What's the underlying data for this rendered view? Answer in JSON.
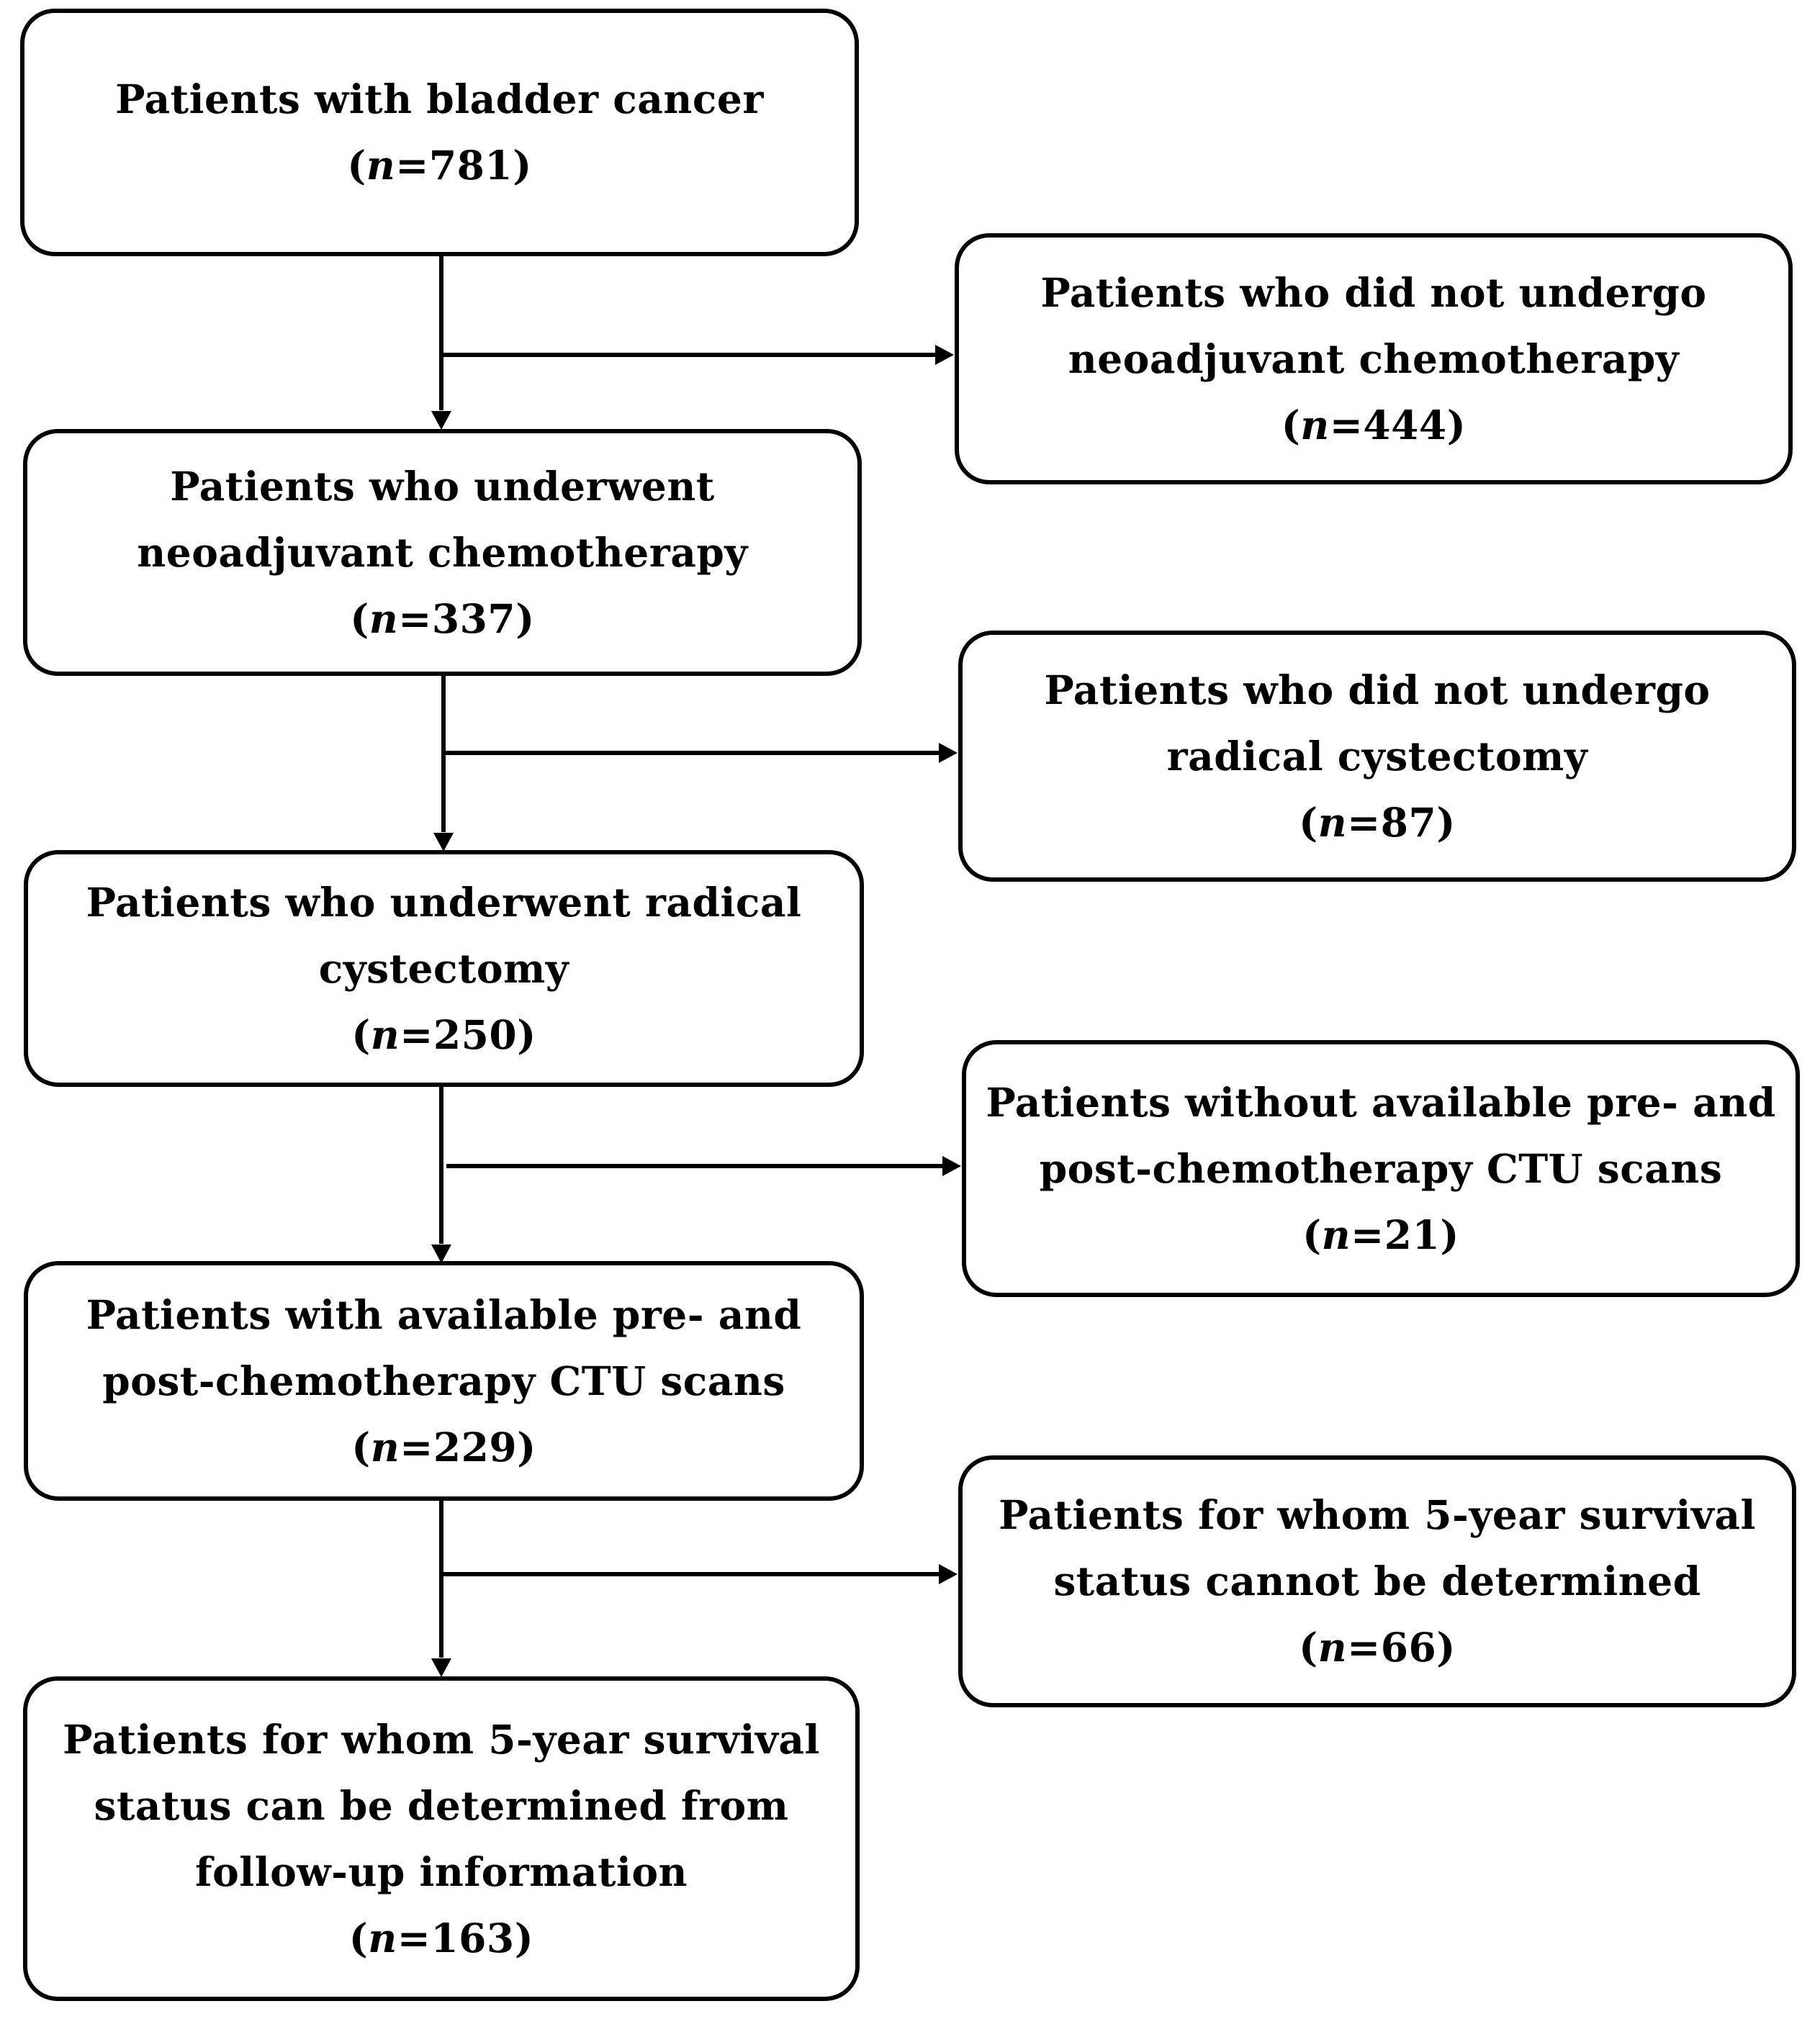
{
  "flowchart": {
    "main": [
      {
        "lines": [
          "Patients with bladder cancer"
        ],
        "count": "781"
      },
      {
        "lines": [
          "Patients who underwent",
          "neoadjuvant chemotherapy"
        ],
        "count": "337"
      },
      {
        "lines": [
          "Patients who underwent radical",
          "cystectomy"
        ],
        "count": "250"
      },
      {
        "lines": [
          "Patients with available pre- and",
          "post-chemotherapy CTU scans"
        ],
        "count": "229"
      },
      {
        "lines": [
          "Patients for whom 5-year survival",
          "status can be determined from",
          "follow-up information"
        ],
        "count": "163"
      }
    ],
    "excluded": [
      {
        "lines": [
          "Patients who did not undergo",
          "neoadjuvant chemotherapy"
        ],
        "count": "444"
      },
      {
        "lines": [
          "Patients who did not undergo",
          "radical cystectomy"
        ],
        "count": "87"
      },
      {
        "lines": [
          "Patients without available pre- and",
          "post-chemotherapy CTU scans"
        ],
        "count": "21"
      },
      {
        "lines": [
          "Patients for whom 5-year survival",
          "status cannot be determined"
        ],
        "count": "66"
      }
    ],
    "count_prefix": "n",
    "count_open": "(",
    "count_equals": "=",
    "count_close": ")"
  }
}
